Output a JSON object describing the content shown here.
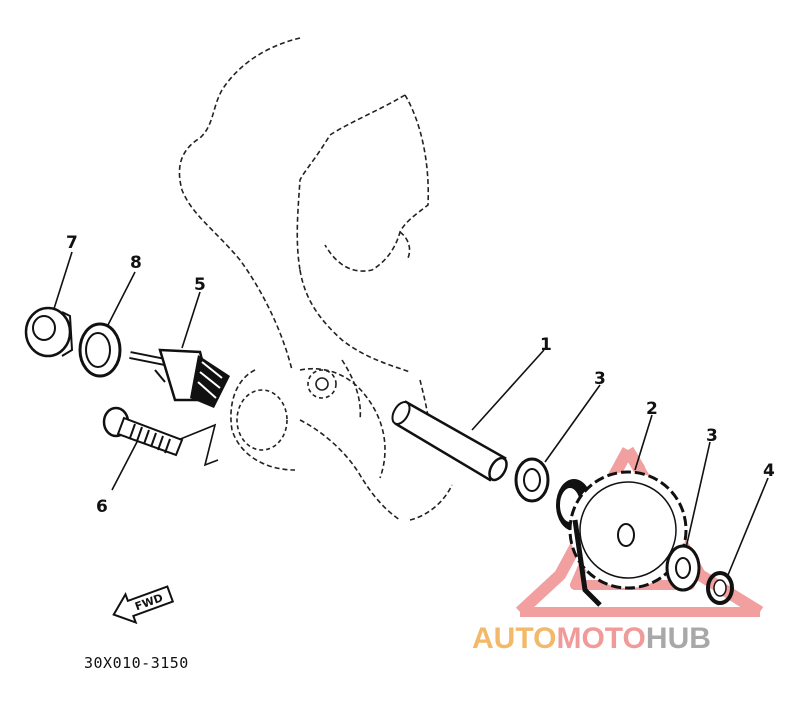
{
  "callouts": {
    "c1": "1",
    "c2": "2",
    "c3a": "3",
    "c3b": "3",
    "c4": "4",
    "c5": "5",
    "c6": "6",
    "c7": "7",
    "c8": "8"
  },
  "fwd_label": "FWD",
  "diagram_code": "30X010-3150",
  "watermark": {
    "part1": "AUTO",
    "part2": "MOTO",
    "part3": "HUB",
    "color_auto": "#f3b96a",
    "color_moto": "#f19a9a",
    "color_hub": "#a8a8a8",
    "triangle_color": "#ef8f8f"
  }
}
